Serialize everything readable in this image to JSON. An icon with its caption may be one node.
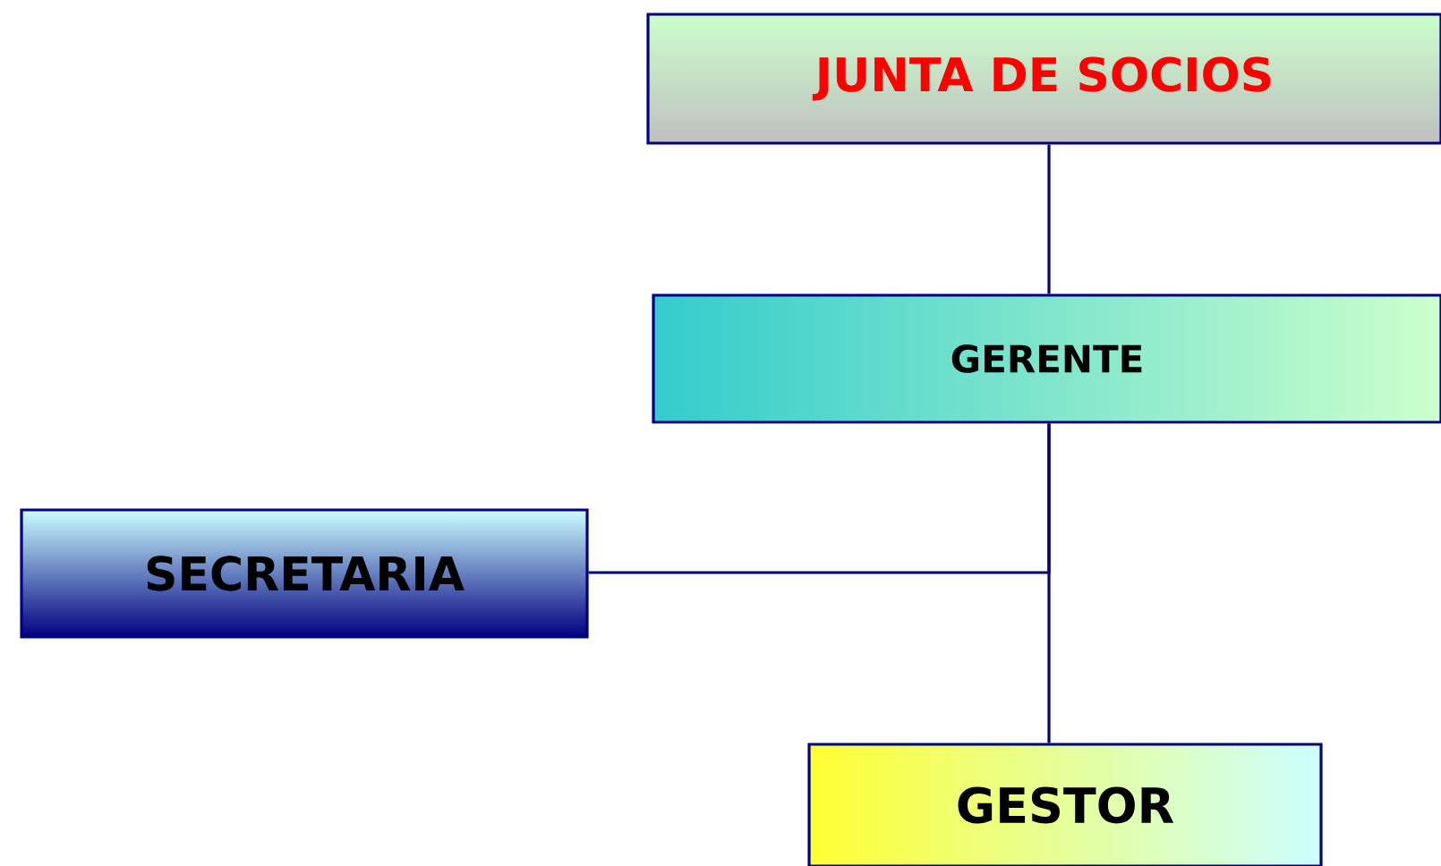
{
  "diagram": {
    "nodes": [
      {
        "text": [
          "JUNTA DE SOCIOS"
        ]
      },
      {
        "text": [
          "GERENTE"
        ]
      },
      {
        "text": [
          "SECRETARIA"
        ]
      },
      {
        "text": [
          "GESTOR"
        ]
      }
    ],
    "edges": [
      {
        "from": 0,
        "to": 1,
        "arrow": "none"
      },
      {
        "from": 1,
        "to": 2,
        "arrow": "none"
      },
      {
        "from": 1,
        "to": 3,
        "arrow": "none"
      }
    ]
  }
}
